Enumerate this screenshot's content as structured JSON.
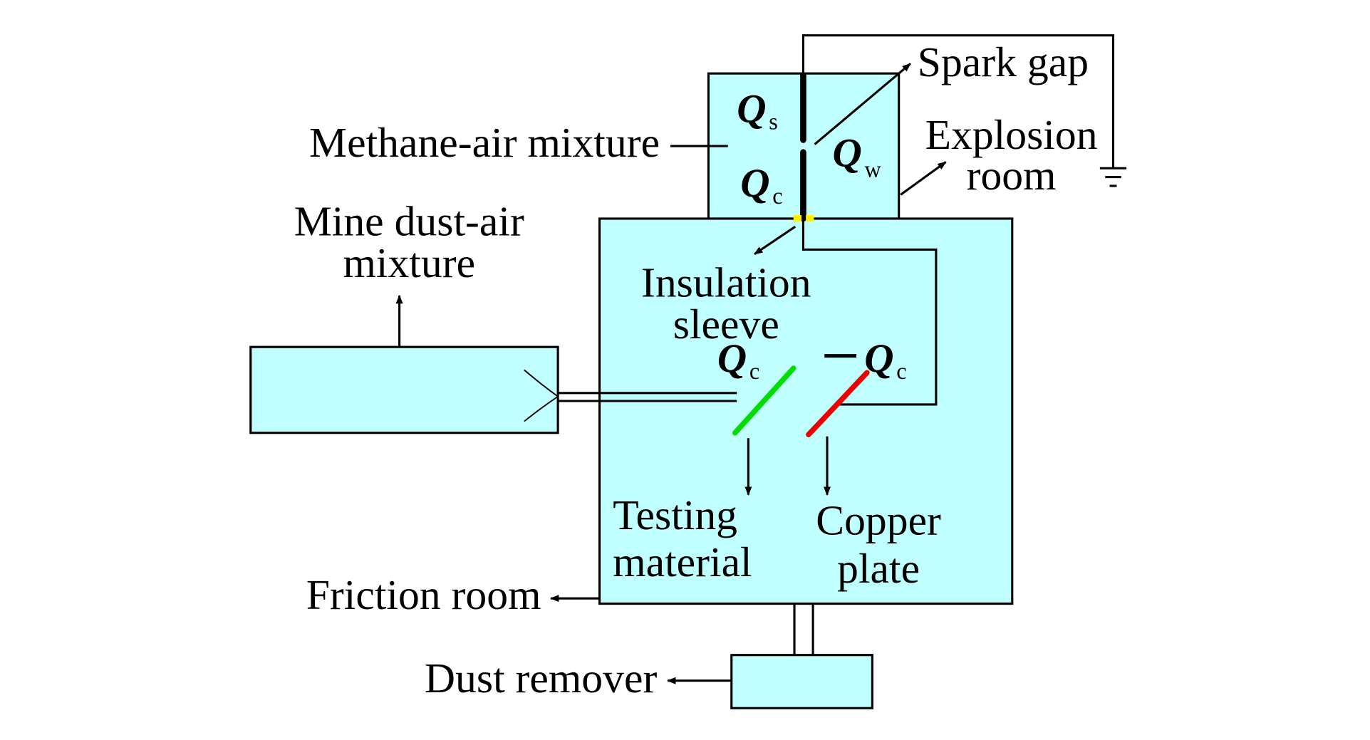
{
  "labels": {
    "spark_gap": "Spark gap",
    "explosion_room_line1": "Explosion",
    "explosion_room_line2": "room",
    "methane_air": "Methane-air mixture",
    "mine_dust_line1": "Mine dust-air",
    "mine_dust_line2": "mixture",
    "insulation_line1": "Insulation",
    "insulation_line2": "sleeve",
    "testing_line1": "Testing",
    "testing_line2": "material",
    "copper_line1": "Copper",
    "copper_line2": "plate",
    "friction_room": "Friction room",
    "dust_remover": "Dust remover"
  },
  "symbols": {
    "q": "Q",
    "s": "s",
    "c": "c",
    "w": "w",
    "minus": "−"
  },
  "colors": {
    "chamber_fill": "#c0ffff",
    "testing_material": "#00dd00",
    "copper_plate": "#ee0000",
    "insulation_sleeve": "#ffee00"
  }
}
